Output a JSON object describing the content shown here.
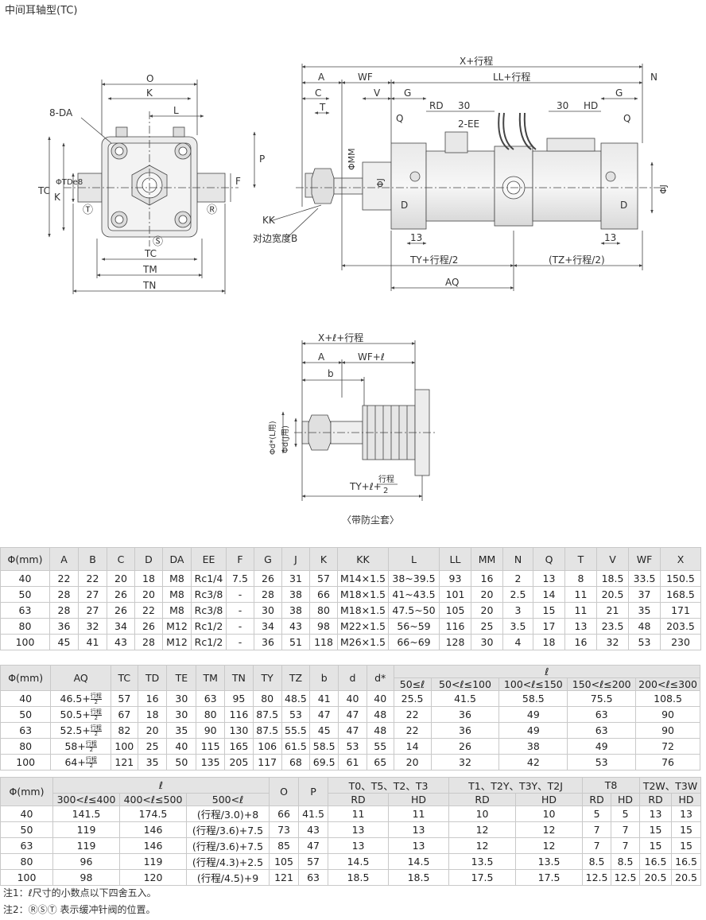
{
  "title": "中间耳轴型(TC)",
  "drawing": {
    "front_labels": {
      "O": "O",
      "K": "K",
      "L": "L",
      "DA": "8-DA",
      "P": "P",
      "F": "F",
      "TC_side": "TC",
      "K_side": "K",
      "TD": "ΦTDe8",
      "T": "Ⓣ",
      "R": "Ⓡ",
      "S": "Ⓢ",
      "TC": "TC",
      "TM": "TM",
      "TN": "TN"
    },
    "side_labels": {
      "X": "X+行程",
      "A": "A",
      "WF": "WF",
      "LL": "LL+行程",
      "N": "N",
      "C": "C",
      "T": "T",
      "V": "V",
      "G": "G",
      "RD": "RD",
      "d30a": "30",
      "d30b": "30",
      "HD": "HD",
      "G2": "G",
      "Q": "Q",
      "EE": "2-EE",
      "Q2": "Q",
      "MM": "ΦMM",
      "J": "ΦJ",
      "D": "D",
      "J2": "ΦJ",
      "D2": "D",
      "KK": "KK",
      "B": "对边宽度B",
      "d13a": "13",
      "d13b": "13",
      "TY": "TY+行程/2",
      "TZ": "(TZ+行程/2)",
      "AQ": "AQ"
    },
    "boot_labels": {
      "X": "X+ℓ+行程",
      "A": "A",
      "WF": "WF+ℓ",
      "b": "b",
      "dL": "Φd*(L用)",
      "dJ": "Φd(J用)",
      "TY": "TY+ℓ+",
      "TYn": "行程",
      "TYd": "2",
      "caption": "〈带防尘套〉"
    }
  },
  "table1": {
    "headers": [
      "Φ(mm)",
      "A",
      "B",
      "C",
      "D",
      "DA",
      "EE",
      "F",
      "G",
      "J",
      "K",
      "KK",
      "L",
      "LL",
      "MM",
      "N",
      "Q",
      "T",
      "V",
      "WF",
      "X"
    ],
    "rows": [
      [
        "40",
        "22",
        "22",
        "20",
        "18",
        "M8",
        "Rc1/4",
        "7.5",
        "26",
        "31",
        "57",
        "M14×1.5",
        "38~39.5",
        "93",
        "16",
        "2",
        "13",
        "8",
        "18.5",
        "33.5",
        "150.5"
      ],
      [
        "50",
        "28",
        "27",
        "26",
        "20",
        "M8",
        "Rc3/8",
        "-",
        "28",
        "38",
        "66",
        "M18×1.5",
        "41~43.5",
        "101",
        "20",
        "2.5",
        "14",
        "11",
        "20.5",
        "37",
        "168.5"
      ],
      [
        "63",
        "28",
        "27",
        "26",
        "22",
        "M8",
        "Rc3/8",
        "-",
        "30",
        "38",
        "80",
        "M18×1.5",
        "47.5~50",
        "105",
        "20",
        "3",
        "15",
        "11",
        "21",
        "35",
        "171"
      ],
      [
        "80",
        "36",
        "32",
        "34",
        "26",
        "M12",
        "Rc1/2",
        "-",
        "34",
        "43",
        "98",
        "M22×1.5",
        "56~59",
        "116",
        "25",
        "3.5",
        "17",
        "13",
        "23.5",
        "48",
        "203.5"
      ],
      [
        "100",
        "45",
        "41",
        "43",
        "28",
        "M12",
        "Rc1/2",
        "-",
        "36",
        "51",
        "118",
        "M26×1.5",
        "66~69",
        "128",
        "30",
        "4",
        "18",
        "16",
        "32",
        "53",
        "230"
      ]
    ]
  },
  "table2": {
    "headers": [
      "Φ(mm)",
      "AQ",
      "TC",
      "TD",
      "TE",
      "TM",
      "TN",
      "TY",
      "TZ",
      "b",
      "d",
      "d*"
    ],
    "l_header": "ℓ",
    "l_ranges": [
      "50≤ℓ",
      "50<ℓ≤100",
      "100<ℓ≤150",
      "150<ℓ≤200",
      "200<ℓ≤300"
    ],
    "frac_num": "行程",
    "frac_den": "2",
    "rows": [
      {
        "phi": "40",
        "aq": "46.5+",
        "vals": [
          "57",
          "16",
          "30",
          "63",
          "95",
          "80",
          "48.5",
          "41",
          "40",
          "40"
        ],
        "l": [
          "25.5",
          "41.5",
          "58.5",
          "75.5",
          "108.5"
        ]
      },
      {
        "phi": "50",
        "aq": "50.5+",
        "vals": [
          "67",
          "18",
          "30",
          "80",
          "116",
          "87.5",
          "53",
          "47",
          "47",
          "48"
        ],
        "l": [
          "22",
          "36",
          "49",
          "63",
          "90"
        ]
      },
      {
        "phi": "63",
        "aq": "52.5+",
        "vals": [
          "82",
          "20",
          "35",
          "90",
          "130",
          "87.5",
          "55.5",
          "45",
          "47",
          "48"
        ],
        "l": [
          "22",
          "36",
          "49",
          "63",
          "90"
        ]
      },
      {
        "phi": "80",
        "aq": "58+",
        "vals": [
          "100",
          "25",
          "40",
          "115",
          "165",
          "106",
          "61.5",
          "58.5",
          "53",
          "55"
        ],
        "l": [
          "14",
          "26",
          "38",
          "49",
          "72"
        ]
      },
      {
        "phi": "100",
        "aq": "64+",
        "vals": [
          "121",
          "35",
          "50",
          "135",
          "205",
          "117",
          "68",
          "69.5",
          "61",
          "65"
        ],
        "l": [
          "20",
          "32",
          "42",
          "53",
          "76"
        ]
      }
    ]
  },
  "table3": {
    "phi_header": "Φ(mm)",
    "l_header": "ℓ",
    "l_ranges": [
      "300<ℓ≤400",
      "400<ℓ≤500",
      "500<ℓ"
    ],
    "o_header": "O",
    "p_header": "P",
    "groups": [
      "T0、T5、T2、T3",
      "T1、T2Y、T3Y、T2J",
      "T8",
      "T2W、T3W"
    ],
    "sub": [
      "RD",
      "HD"
    ],
    "rows": [
      [
        "40",
        "141.5",
        "174.5",
        "(行程/3.0)+8",
        "66",
        "41.5",
        "11",
        "11",
        "10",
        "10",
        "5",
        "5",
        "13",
        "13"
      ],
      [
        "50",
        "119",
        "146",
        "(行程/3.6)+7.5",
        "73",
        "43",
        "13",
        "13",
        "12",
        "12",
        "7",
        "7",
        "15",
        "15"
      ],
      [
        "63",
        "119",
        "146",
        "(行程/3.6)+7.5",
        "85",
        "47",
        "13",
        "13",
        "12",
        "12",
        "7",
        "7",
        "15",
        "15"
      ],
      [
        "80",
        "96",
        "119",
        "(行程/4.3)+2.5",
        "105",
        "57",
        "14.5",
        "14.5",
        "13.5",
        "13.5",
        "8.5",
        "8.5",
        "16.5",
        "16.5"
      ],
      [
        "100",
        "98",
        "120",
        "(行程/4.5)+9",
        "121",
        "63",
        "18.5",
        "18.5",
        "17.5",
        "17.5",
        "12.5",
        "12.5",
        "20.5",
        "20.5"
      ]
    ]
  },
  "notes": [
    "注1：ℓ尺寸的小数点以下四舍五入。",
    "注2：ⓇⓈⓉ 表示缓冲针阀的位置。"
  ]
}
